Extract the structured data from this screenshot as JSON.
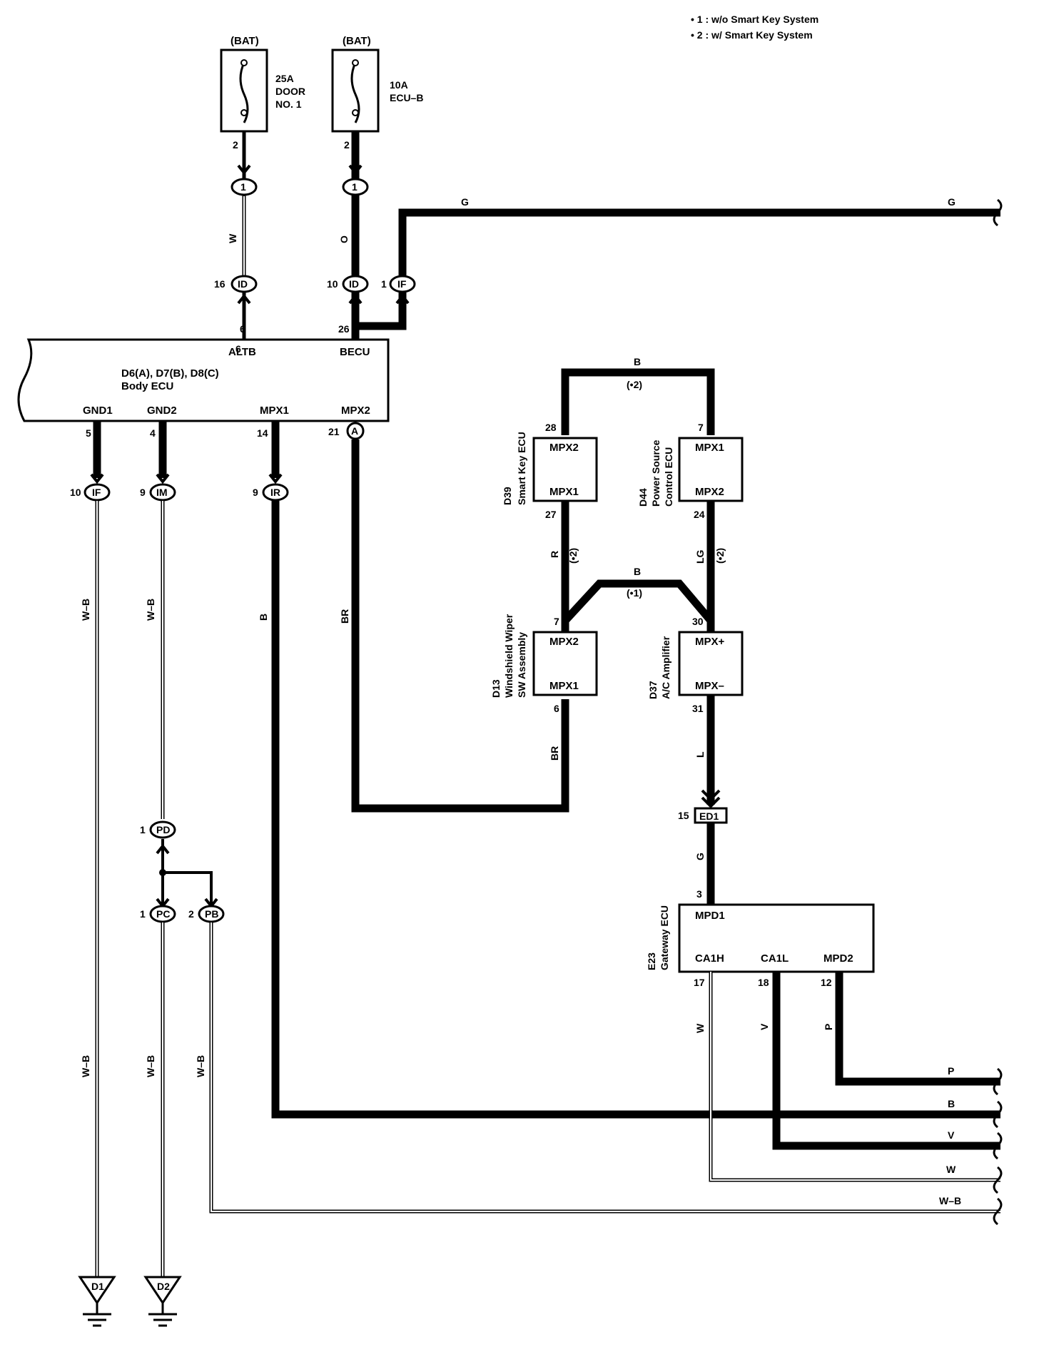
{
  "notes": [
    "• 1 : w/o Smart Key System",
    "• 2 : w/ Smart Key System"
  ],
  "fuses": [
    {
      "source": "(BAT)",
      "rating": "25A",
      "name_line1": "DOOR",
      "name_line2": "NO. 1",
      "pin": "2"
    },
    {
      "source": "(BAT)",
      "rating": "10A",
      "name_line1": "ECU–B",
      "name_line2": "",
      "pin": "2"
    }
  ],
  "connectors": {
    "j1a": "1",
    "j1b": "1",
    "id1_pin": "16",
    "id1": "ID",
    "id2_pin": "10",
    "id2": "ID",
    "if1_pin": "1",
    "if1": "IF",
    "if2_pin": "10",
    "if2": "IF",
    "im_pin": "9",
    "im": "IM",
    "ir_pin": "9",
    "ir": "IR",
    "pd_pin": "1",
    "pd": "PD",
    "pc_pin": "1",
    "pc": "PC",
    "pb_pin": "2",
    "pb": "PB",
    "ed1_pin": "15",
    "ed1": "ED1"
  },
  "body_ecu": {
    "ids": "D6(A), D7(B), D8(C)",
    "name": "Body ECU",
    "altb": "ALTB",
    "altb_pin": "6",
    "becu": "BECU",
    "becu_pin": "26",
    "gnd1": "GND1",
    "gnd1_pin": "5",
    "gnd2": "GND2",
    "gnd2_pin": "4",
    "mpx1": "MPX1",
    "mpx1_pin": "14",
    "mpx2": "MPX2",
    "mpx2_pin": "21",
    "mpx2_conn": "A"
  },
  "smart_key_ecu": {
    "id": "D39",
    "name": "Smart Key ECU",
    "t1": "MPX2",
    "t1_pin": "28",
    "t2": "MPX1",
    "t2_pin": "27"
  },
  "power_source_ecu": {
    "id": "D44",
    "name_line1": "Power Source",
    "name_line2": "Control ECU",
    "t1": "MPX1",
    "t1_pin": "7",
    "t2": "MPX2",
    "t2_pin": "24"
  },
  "wiper_sw": {
    "id": "D13",
    "name_line1": "Windshield Wiper",
    "name_line2": "SW Assembly",
    "t1": "MPX2",
    "t1_pin": "7",
    "t2": "MPX1",
    "t2_pin": "6"
  },
  "ac_amp": {
    "id": "D37",
    "name": "A/C Amplifier",
    "t1": "MPX+",
    "t1_pin": "30",
    "t2": "MPX–",
    "t2_pin": "31"
  },
  "gateway_ecu": {
    "id": "E23",
    "name": "Gateway ECU",
    "mpd1": "MPD1",
    "mpd1_pin": "3",
    "ca1h": "CA1H",
    "ca1h_pin": "17",
    "ca1l": "CA1L",
    "ca1l_pin": "18",
    "mpd2": "MPD2",
    "mpd2_pin": "12"
  },
  "wires": {
    "w": "W",
    "o": "O",
    "g_top_left": "G",
    "g_top_right": "G",
    "wb1": "W–B",
    "wb2": "W–B",
    "wb3": "W–B",
    "wb4": "W–B",
    "wb5": "W–B",
    "b_mpx1": "B",
    "br1": "BR",
    "br2": "BR",
    "b_top": "B",
    "b_top_note": "(•2)",
    "r": "R",
    "r_note": "(•2)",
    "lg": "LG",
    "lg_note": "(•2)",
    "b_mid": "B",
    "b_mid_note": "(•1)",
    "l": "L",
    "g_ed1": "G",
    "w_ca1h": "W",
    "v_ca1l": "V",
    "p_mpd2": "P",
    "out_p": "P",
    "out_b": "B",
    "out_v": "V",
    "out_w": "W",
    "out_wb": "W–B"
  },
  "grounds": [
    "D1",
    "D2"
  ]
}
